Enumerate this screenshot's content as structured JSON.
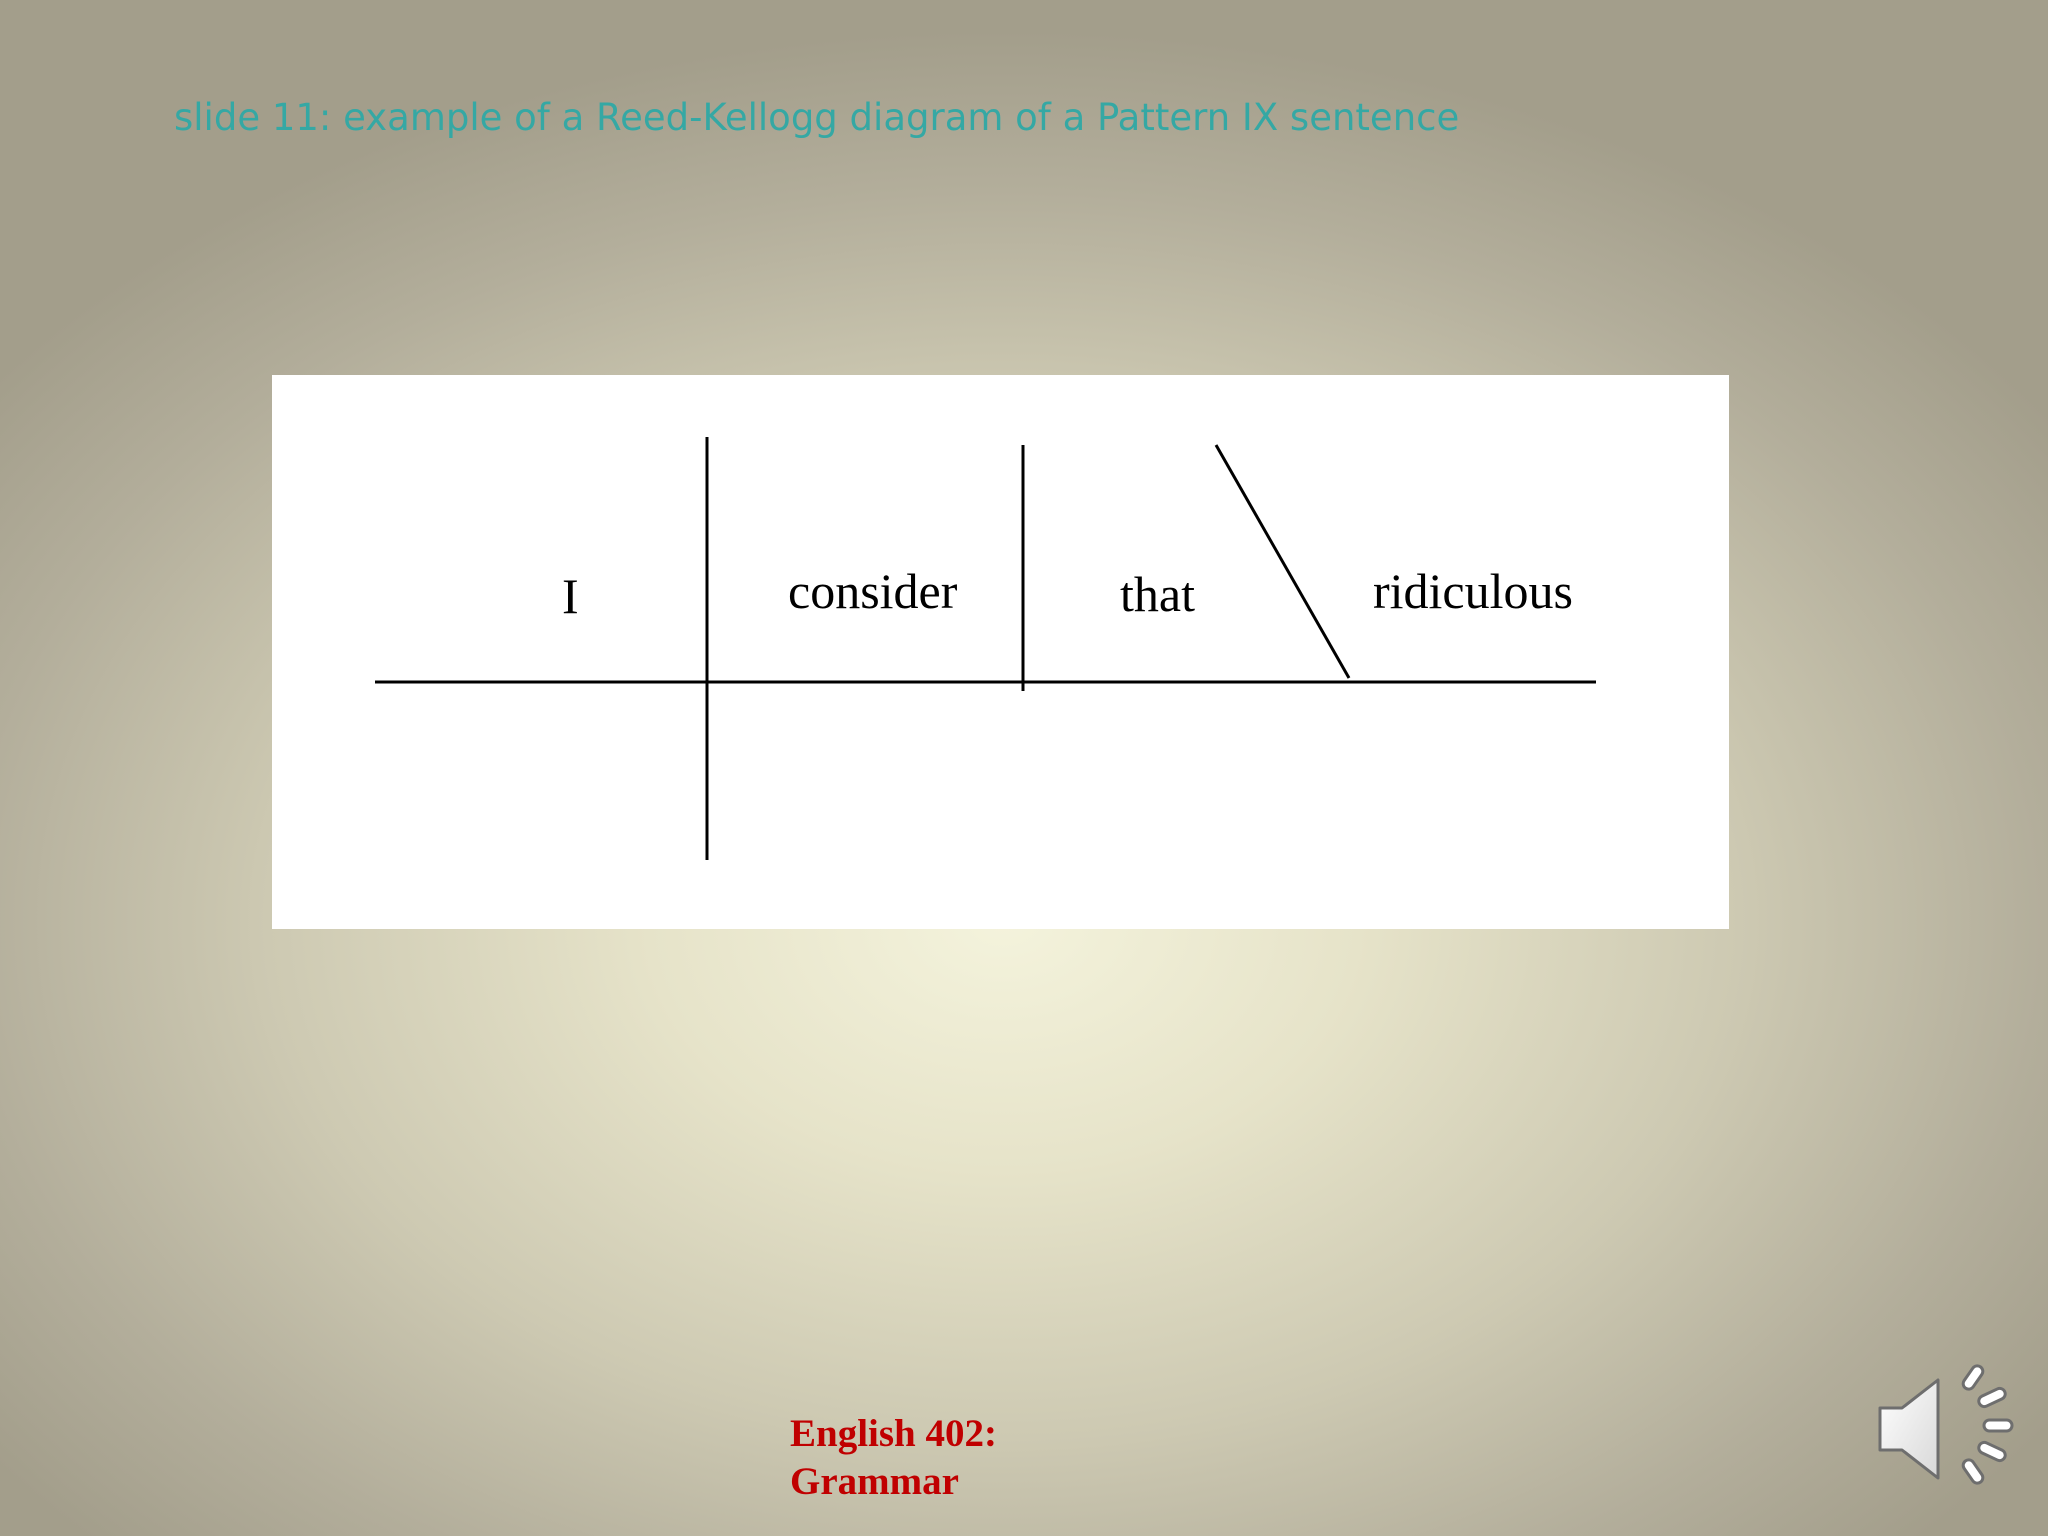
{
  "slide": {
    "title": "slide 11: example of a Reed-Kellogg diagram of a Pattern IX sentence"
  },
  "diagram": {
    "subject": "I",
    "verb": "consider",
    "direct_object": "that",
    "object_complement": "ridiculous"
  },
  "footer": {
    "line1": "English 402:",
    "line2": "Grammar",
    "color": "#c00000"
  },
  "audio": {
    "icon": "speaker-icon"
  }
}
